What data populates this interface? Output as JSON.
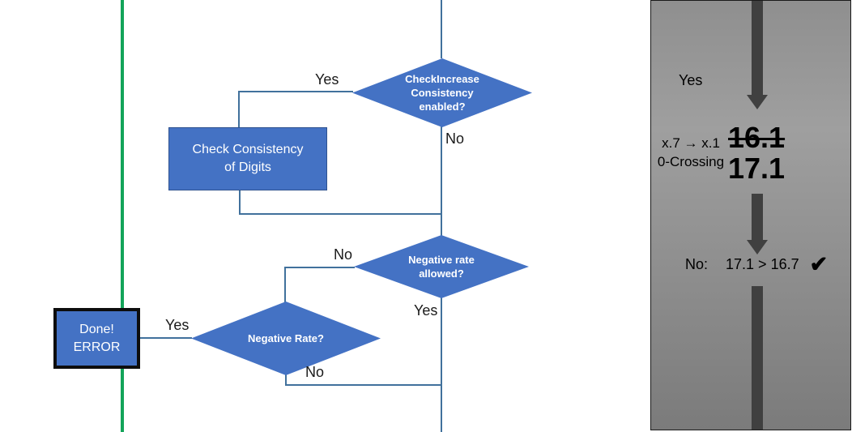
{
  "slide": {
    "flowchart": {
      "diamond_check_increase": {
        "text": "CheckIncrease\nConsistency\nenabled?"
      },
      "box_check_consistency": {
        "text": "Check Consistency\nof Digits"
      },
      "diamond_negative_rate_allowed": {
        "text": "Negative rate\nallowed?"
      },
      "diamond_negative_rate": {
        "text": "Negative Rate?"
      },
      "box_done_error": {
        "text": "Done!\nERROR"
      },
      "labels": {
        "d1_yes": "Yes",
        "d1_no": "No",
        "d2_no": "No",
        "d2_yes": "Yes",
        "d3_yes": "Yes",
        "d3_no": "No"
      }
    },
    "side_panel": {
      "yes_label": "Yes",
      "case_line1": "x.7 → x.1",
      "case_line2": "0-Crossing",
      "old_value": "16.1",
      "new_value": "17.1",
      "result_label": "No:",
      "comparison": "17.1 > 16.7",
      "check_mark": "✔"
    },
    "colors": {
      "shape_blue": "#4472C4",
      "shape_border": "#2F528F",
      "connector_blue": "#41719C",
      "green_line": "#14A45A",
      "arrow_gray": "#404040",
      "panel_top": "#8F8F8F",
      "panel_mid": "#9F9F9F",
      "panel_bottom": "#7B7B7B"
    }
  }
}
